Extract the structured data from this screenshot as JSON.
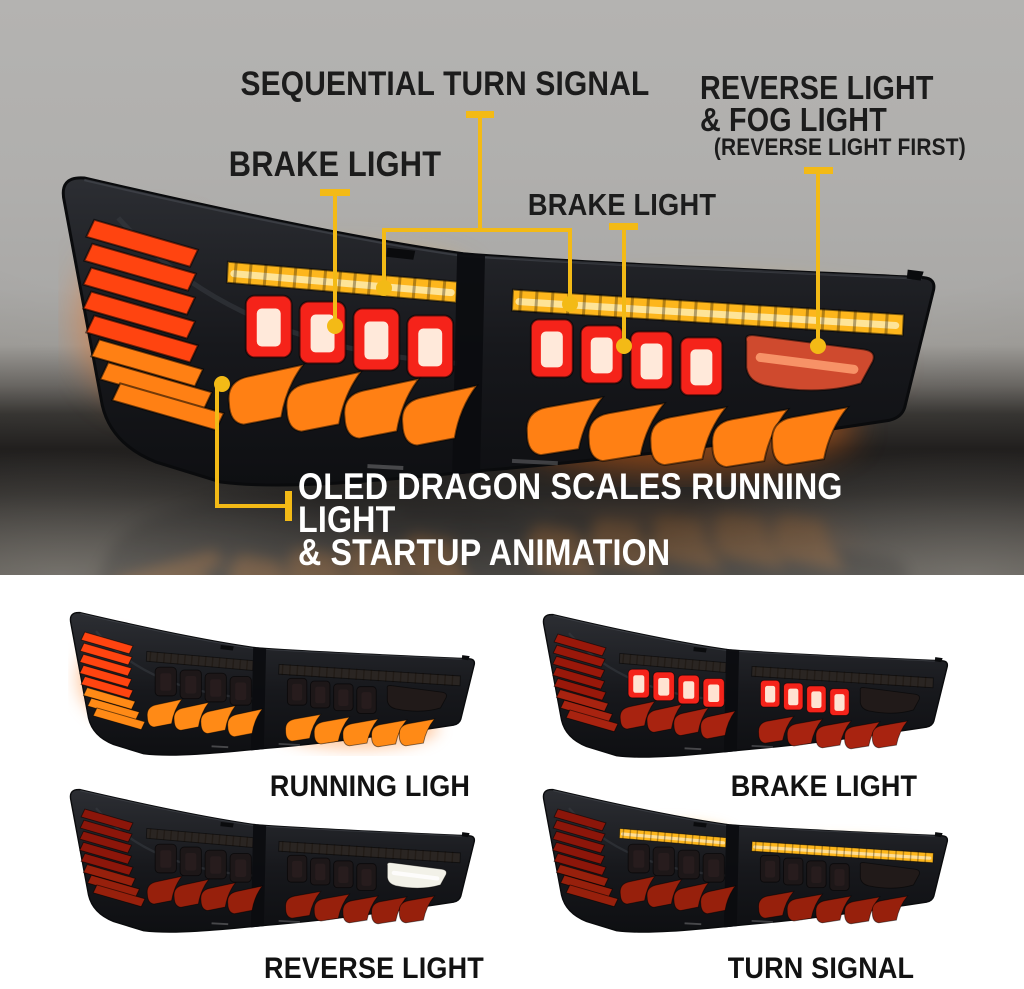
{
  "hero": {
    "callout_color": "#F3BA16",
    "labels": {
      "sequential": "SEQUENTIAL TURN SIGNAL",
      "brake_left": "BRAKE LIGHT",
      "brake_center": "BRAKE LIGHT",
      "reverse_line1": "REVERSE LIGHT",
      "reverse_line2": "& FOG LIGHT",
      "reverse_line3": "(REVERSE LIGHT FIRST)",
      "oled_line1": "OLED DRAGON SCALES RUNNING LIGHT",
      "oled_line2": "& STARTUP ANIMATION"
    }
  },
  "gallery": {
    "items": [
      {
        "mode": "running-light",
        "label": "RUNNING LIGH"
      },
      {
        "mode": "brake-light",
        "label": "BRAKE LIGHT"
      },
      {
        "mode": "reverse-light",
        "label": "REVERSE LIGHT"
      },
      {
        "mode": "turn-signal",
        "label": "TURN SIGNAL"
      }
    ]
  },
  "colors": {
    "background_gray": "#b0afad",
    "floor_dark": "#262422",
    "callout_yellow": "#F3BA16",
    "annotation_text": "#1c1c1c",
    "oled_text": "#ffffff",
    "amber_lit": "#fdb61c",
    "brake_red": "#f5231a",
    "scales_orange": "#ff8014",
    "corner_scales_red": "#ff4410",
    "reverse_white": "#f2f1e8"
  }
}
